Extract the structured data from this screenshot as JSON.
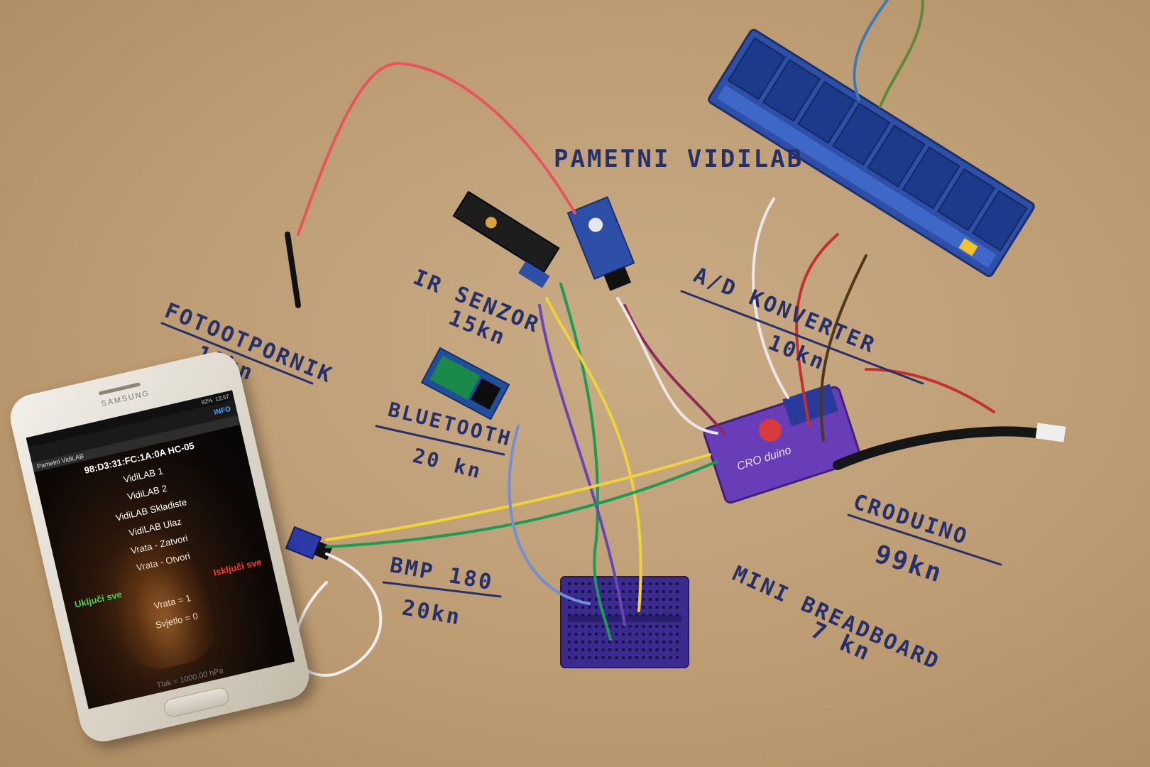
{
  "labels": {
    "pametni_vidilab": "PAMETNI VIDILAB",
    "fotootpornik": "FOTOOTPORNIK",
    "fotootpornik_price": "10kn",
    "ir_senzor": "IR SENZOR",
    "ir_senzor_price": "15kn",
    "bluetooth": "BLUETOOTH",
    "bluetooth_price": "20 kn",
    "ad_konverter": "A/D KONVERTER",
    "ad_konverter_price": "10kn",
    "croduino": "CRODUINO",
    "croduino_price": "99kn",
    "bmp180": "BMP 180",
    "bmp180_price": "20kn",
    "mini_breadboard": "MINI BREADBOARD",
    "mini_breadboard_price": "7 kn"
  },
  "board_text": {
    "croduino_logo": "CRO duino"
  },
  "phone": {
    "brand": "SAMSUNG",
    "status_time": "12:57",
    "status_battery": "92%",
    "app_info_button": "INFO",
    "app_title": "Pametni VidiLAB",
    "bt_address": "98:D3:31:FC:1A:0A HC-05",
    "menu_items": [
      "VidiLAB 1",
      "VidiLAB 2",
      "VidiLAB Skladiste",
      "VidiLAB Ulaz",
      "Vrata - Zatvori",
      "Vrata - Otvori"
    ],
    "turn_on_all": "Uključi sve",
    "turn_off_all": "Isključi sve",
    "door_readout": "Vrata = 1",
    "light_readout": "Svjetlo = 0",
    "footer": "Tlak = 1000.00 hPa"
  },
  "colors": {
    "cardboard": "#c5a57c",
    "marker": "#26306a",
    "relay_blue": "#2d4fa8",
    "breadboard_purple": "#3c2b8f",
    "on_green": "#54d04c",
    "off_red": "#ff3b2a",
    "info_blue": "#49a9ff"
  }
}
